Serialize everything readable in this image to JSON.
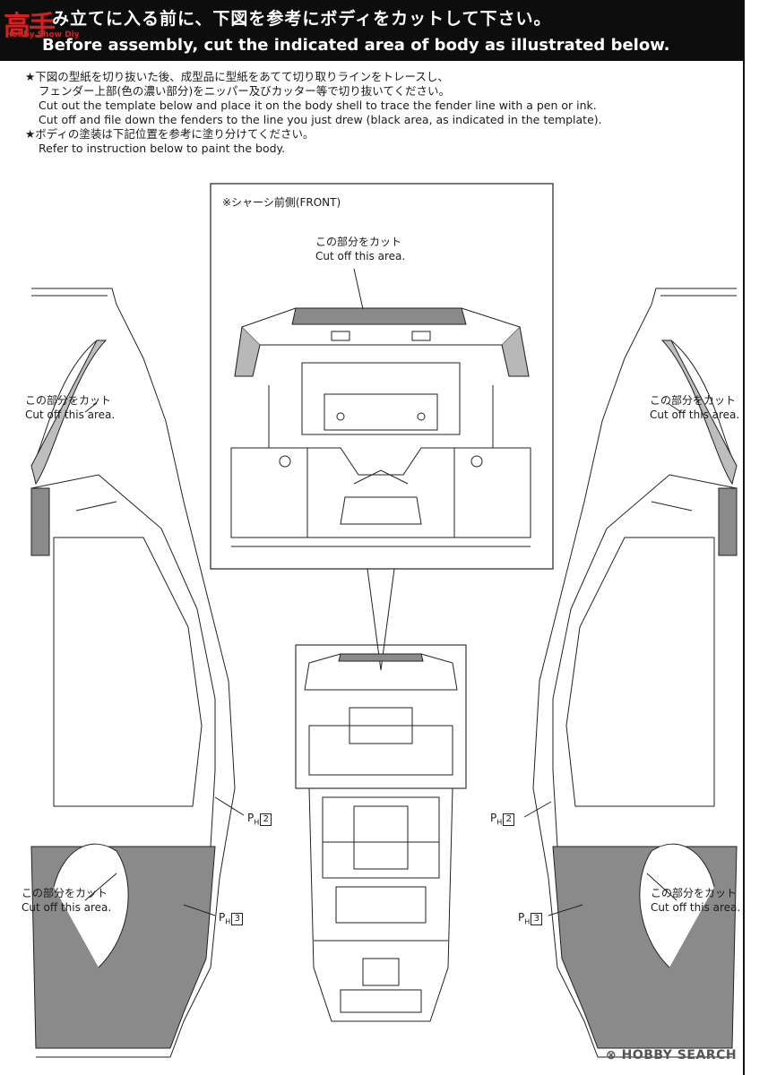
{
  "header": {
    "japanese": "み立てに入る前に、下図を参考にボディをカットして下さい。",
    "english": "Before assembly, cut the indicated area of body as illustrated below."
  },
  "logo": {
    "main": "高手",
    "sub": "Hobby Show Diy"
  },
  "notes": [
    {
      "bullet": "★",
      "jp_1": "下図の型紙を切り抜いた後、成型品に型紙をあてて切り取りラインをトレースし、",
      "jp_2": "フェンダー上部(色の濃い部分)をニッパー及びカッター等で切り抜いてください。",
      "en_1": "Cut out the template below and place it on the body shell to trace the fender line with a pen or ink.",
      "en_2": "Cut off and file down the fenders to the line you just drew (black area, as indicated in the template)."
    },
    {
      "bullet": "★",
      "jp_1": "ボディの塗装は下記位置を参考に塗り分けてください。",
      "en_1": "Refer to instruction below to paint the body."
    }
  ],
  "template_frame": {
    "label": "※シャーシ前側(FRONT)",
    "cut_jp": "この部分をカット",
    "cut_en": "Cut off this area."
  },
  "left_body": {
    "cut_upper_jp": "この部分をカット",
    "cut_upper_en": "Cut off this area.",
    "cut_lower_jp": "この部分をカット",
    "cut_lower_en": "Cut off this area.",
    "ref_a": {
      "ph": "P",
      "sub": "H",
      "num": "2"
    },
    "ref_b": {
      "ph": "P",
      "sub": "H",
      "num": "3"
    }
  },
  "right_body": {
    "cut_upper_jp": "この部分をカット",
    "cut_upper_en": "Cut off this area.",
    "cut_lower_jp": "この部分をカット",
    "cut_lower_en": "Cut off this area.",
    "ref_a": {
      "ph": "P",
      "sub": "H",
      "num": "2"
    },
    "ref_b": {
      "ph": "P",
      "sub": "H",
      "num": "3"
    }
  },
  "watermark": "⊗ HOBBY SEARCH",
  "colors": {
    "banner": "#0d0d0d",
    "cut_area": "#8a8a8a",
    "light_cut": "#cfcfcf",
    "logo": "#d62020"
  }
}
